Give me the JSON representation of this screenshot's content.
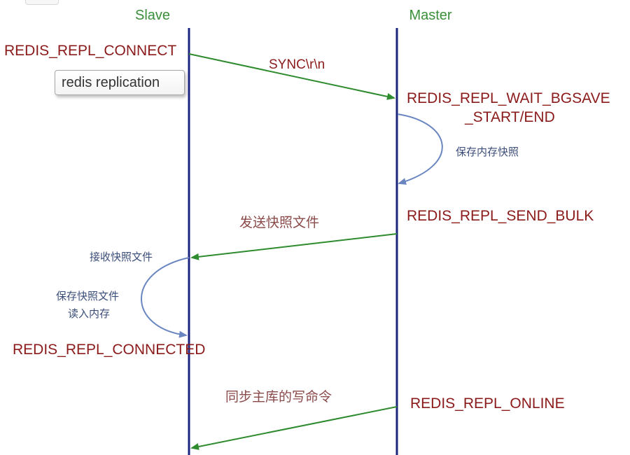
{
  "lanes": {
    "slave": "Slave",
    "master": "Master"
  },
  "states": {
    "repl_connect": "REDIS_REPL_CONNECT",
    "wait_bgsave_line1": "REDIS_REPL_WAIT_BGSAVE",
    "wait_bgsave_line2": "_START/END",
    "send_bulk": "REDIS_REPL_SEND_BULK",
    "repl_connected": "REDIS_REPL_CONNECTED",
    "repl_online": "REDIS_REPL_ONLINE"
  },
  "messages": {
    "sync": "SYNC\\r\\n",
    "send_snapshot": "发送快照文件",
    "sync_writes": "同步主库的写命令"
  },
  "annotations": {
    "save_snapshot": "保存内存快照",
    "receive_snapshot": "接收快照文件",
    "save_load_line1": "保存快照文件",
    "save_load_line2": "读入内存"
  },
  "tooltip": {
    "text": "redis replication"
  },
  "colors": {
    "lifeline": "#1a237e",
    "arrow": "#2e8b2e",
    "state_text": "#8b1a1a",
    "lane_title": "#3a8f3a",
    "annotation": "#3b4d7a",
    "message_cn": "#8b4a4a",
    "curve": "#6a86c0"
  }
}
